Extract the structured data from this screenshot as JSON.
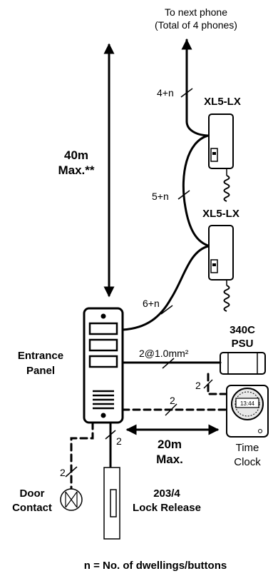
{
  "labels": {
    "next_phone_line1": "To next phone",
    "next_phone_line2": "(Total of 4 phones)",
    "distance_line1": "40m",
    "distance_line2": "Max.**",
    "phone_1": "XL5-LX",
    "phone_2": "XL5-LX",
    "wire_top": "4+n",
    "wire_mid": "5+n",
    "wire_bottom": "6+n",
    "entrance_line1": "Entrance",
    "entrance_line2": "Panel",
    "psu_line1": "340C",
    "psu_line2": "PSU",
    "psu_wire": "2@1.0mm²",
    "psu_clock_wire": "2",
    "clock_wire": "2",
    "clock_display": "13:44",
    "clock_line1": "Time",
    "clock_line2": "Clock",
    "clock_distance_line1": "20m",
    "clock_distance_line2": "Max.",
    "door_wire": "2",
    "lock_wire": "2",
    "door_line1": "Door",
    "door_line2": "Contact",
    "lock_line1": "203/4",
    "lock_line2": "Lock Release",
    "footnote": "n = No. of dwellings/buttons"
  },
  "colors": {
    "ink": "#000000",
    "background": "#ffffff",
    "device_fill": "#ffffff",
    "clock_face": "#e8e8e8"
  },
  "icons": [
    "arrow-up-icon",
    "double-arrow-icon",
    "handset-icon",
    "psu-box-icon",
    "time-clock-icon",
    "door-contact-icon",
    "lock-release-icon"
  ]
}
